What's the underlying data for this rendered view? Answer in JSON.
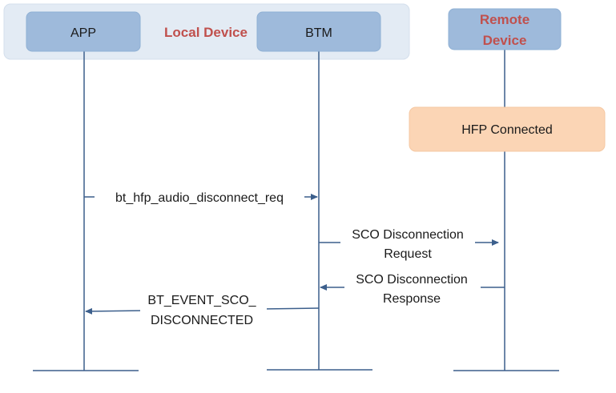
{
  "colors": {
    "group_bg": "#e3ebf4",
    "participant_fill": "#9ebadb",
    "participant_stroke": "#8fb0d4",
    "state_fill": "#fbd5b5",
    "lifeline": "#3c5f8c",
    "arrow": "#3c5f8c",
    "red_text": "#c0504d"
  },
  "group": {
    "label": "Local Device"
  },
  "participants": {
    "app": {
      "label": "APP"
    },
    "btm": {
      "label": "BTM"
    },
    "remote": {
      "label_line1": "Remote",
      "label_line2": "Device"
    }
  },
  "state": {
    "label": "HFP Connected"
  },
  "messages": [
    {
      "from": "APP",
      "to": "BTM",
      "lines": [
        "bt_hfp_audio_disconnect_req"
      ]
    },
    {
      "from": "BTM",
      "to": "Remote Device",
      "lines": [
        "SCO Disconnection",
        "Request"
      ]
    },
    {
      "from": "Remote Device",
      "to": "BTM",
      "lines": [
        "SCO Disconnection",
        "Response"
      ]
    },
    {
      "from": "BTM",
      "to": "APP",
      "lines": [
        "BT_EVENT_SCO_",
        "DISCONNECTED"
      ]
    }
  ]
}
